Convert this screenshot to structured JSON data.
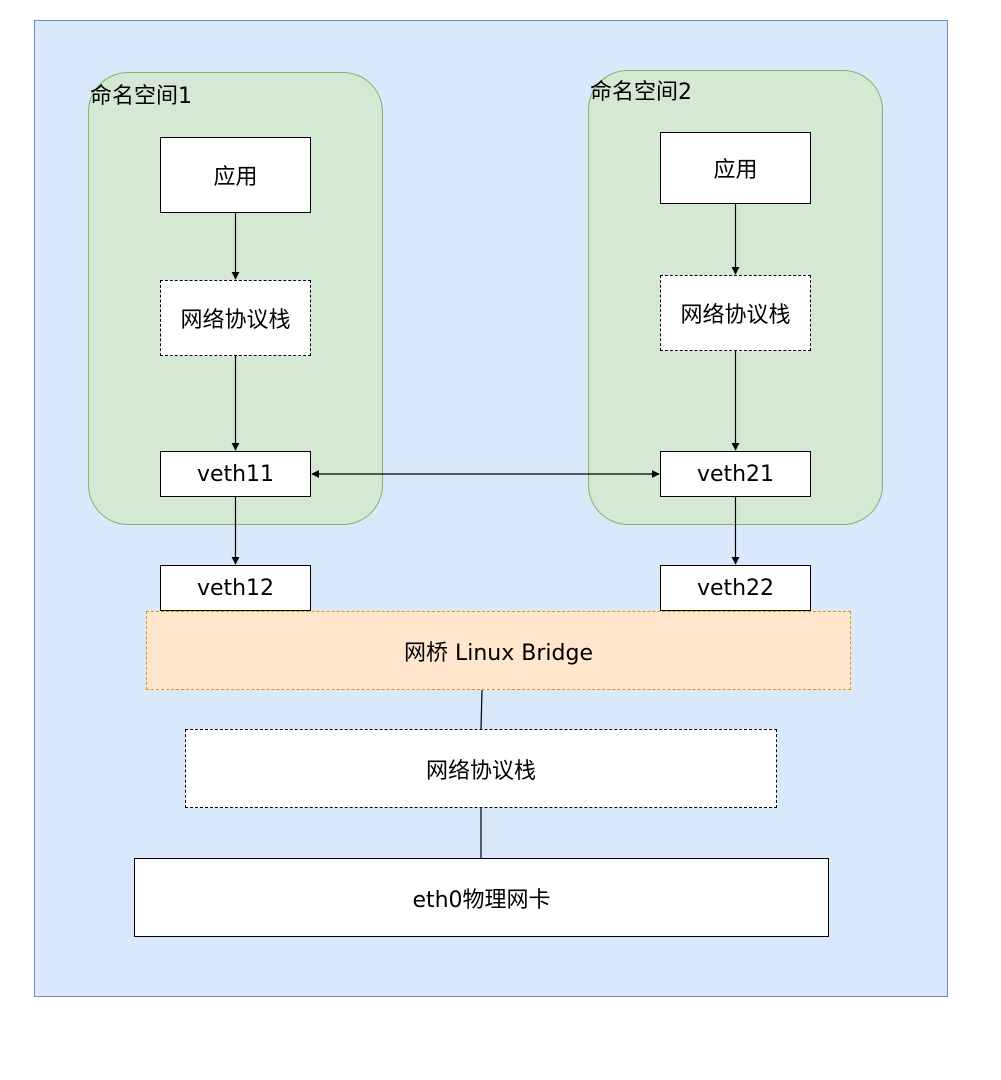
{
  "diagram": {
    "namespace1": {
      "label": "命名空间1",
      "app": "应用",
      "stack": "网络协议栈",
      "veth_inner": "veth11"
    },
    "namespace2": {
      "label": "命名空间2",
      "app": "应用",
      "stack": "网络协议栈",
      "veth_inner": "veth21"
    },
    "veth12": "veth12",
    "veth22": "veth22",
    "bridge": "网桥 Linux Bridge",
    "host_stack": "网络协议栈",
    "nic": "eth0物理网卡",
    "colors": {
      "background": "#dae8fc",
      "background_border": "#6c8ebf",
      "namespace_fill": "#d5e8d4",
      "namespace_border": "#82b366",
      "bridge_fill": "#ffe6cc",
      "bridge_border": "#d79b00"
    }
  }
}
